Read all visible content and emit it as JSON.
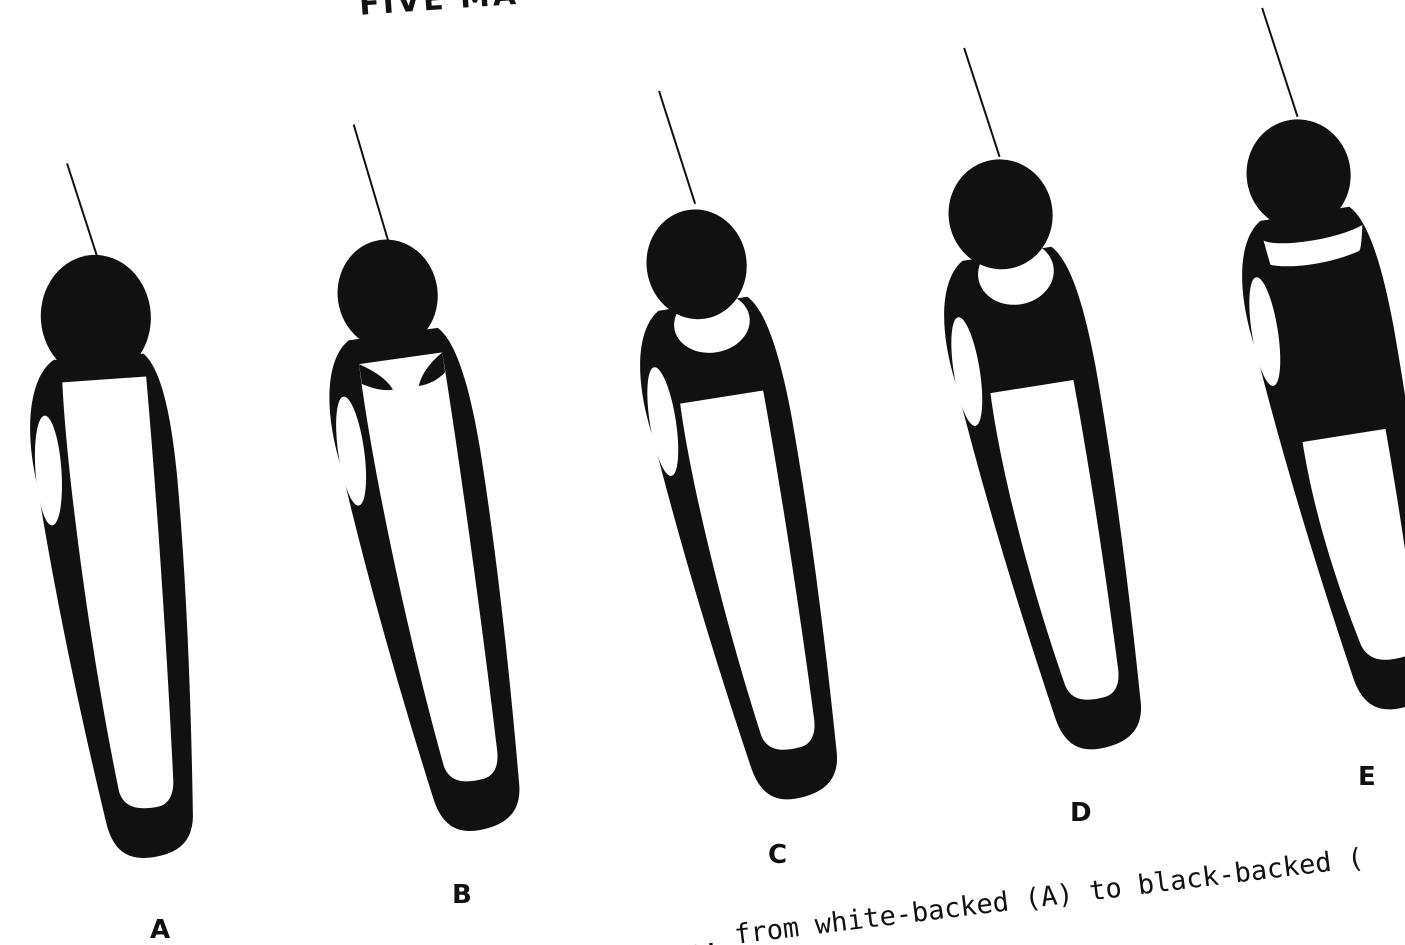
{
  "heading": "FIVE MA",
  "variants": [
    {
      "label": "A"
    },
    {
      "label": "B"
    },
    {
      "label": "C"
    },
    {
      "label": "D"
    },
    {
      "label": "E"
    }
  ],
  "caption": "... from white-backed (A) to black-backed (",
  "colors": {
    "ink": "#111111",
    "paper": "#ffffff"
  }
}
